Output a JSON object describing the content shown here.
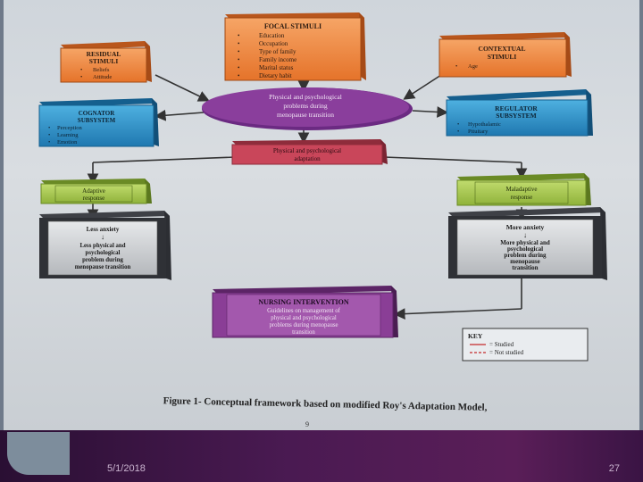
{
  "boxes": {
    "focal": {
      "title": "FOCAL STIMULI",
      "items": [
        "Education",
        "Occupation",
        "Type of family",
        "Family income",
        "Marital status",
        "Dietary habit"
      ]
    },
    "residual": {
      "title_line1": "RESIDUAL",
      "title_line2": "STIMULI",
      "items": [
        "Beliefs",
        "Attitude"
      ]
    },
    "contextual": {
      "title_line1": "CONTEXTUAL",
      "title_line2": "STIMULI",
      "items": [
        "Age"
      ]
    },
    "cognator": {
      "title_line1": "COGNATOR",
      "title_line2": "SUBSYSTEM",
      "items": [
        "Perception",
        "Learning",
        "Emotion"
      ]
    },
    "regulator": {
      "title_line1": "REGULATOR",
      "title_line2": "SUBSYSTEM",
      "items": [
        "Hypothalamic",
        "Pituitary"
      ]
    },
    "center": {
      "line1": "Physical and psychological",
      "line2": "problems during",
      "line3": "menopause transition"
    },
    "adaptation": {
      "line1": "Physical and psychological",
      "line2": "adaptation"
    },
    "adaptive": {
      "line1": "Adaptive",
      "line2": "response"
    },
    "maladaptive": {
      "line1": "Maladaptive",
      "line2": "response"
    },
    "less": {
      "head": "Less anxiety",
      "line1": "Less physical and",
      "line2": "psychological",
      "line3": "problem during",
      "line4": "menopause transition"
    },
    "more": {
      "head": "More anxiety",
      "line1": "More physical and",
      "line2": "psychological",
      "line3": "problem during",
      "line4": "menopause",
      "line5": "transition"
    },
    "nursing": {
      "title": "NURSING INTERVENTION",
      "line1": "Guidelines on management of",
      "line2": "physical and psychological",
      "line3": "problems during menopause",
      "line4": "transition"
    },
    "key": {
      "title": "KEY",
      "studied": "= Studied",
      "not_studied": "= Not studied"
    }
  },
  "caption": "Figure 1- Conceptual framework based on modified Roy's Adaptation Model,",
  "page_number": "9",
  "footer": {
    "date": "5/1/2018",
    "page": "27"
  },
  "colors": {
    "orange": "#f08a3c",
    "blue": "#2a8fc7",
    "purple": "#8a3e96",
    "red": "#c9465a",
    "green": "#9dbf4a",
    "gray": "#8d9096"
  }
}
